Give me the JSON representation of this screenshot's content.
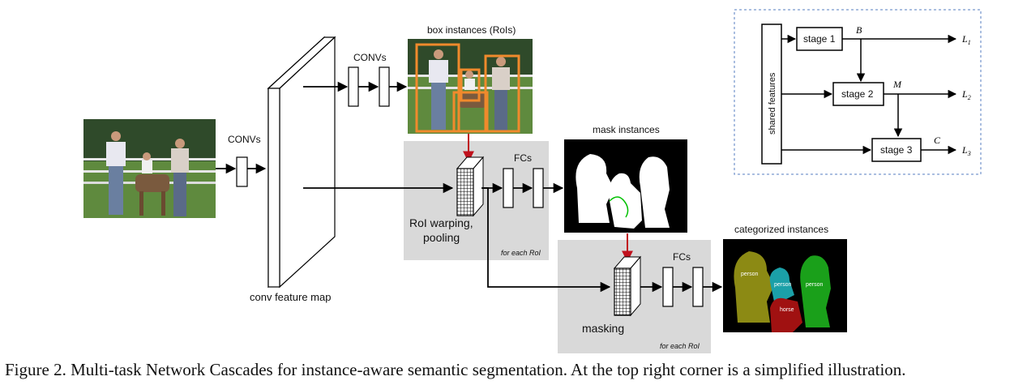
{
  "labels": {
    "convs_left": "CONVs",
    "convs_top": "CONVs",
    "box_instances": "box instances (RoIs)",
    "mask_instances": "mask instances",
    "categorized_instances": "categorized instances",
    "conv_feature_map": "conv feature map",
    "fcs_1": "FCs",
    "fcs_2": "FCs",
    "roi_warping_line1": "RoI warping,",
    "roi_warping_line2": "pooling",
    "for_each_roi_1": "for each RoI",
    "masking": "masking",
    "for_each_roi_2": "for each RoI"
  },
  "categories": {
    "person_left": "person",
    "person_mid": "person",
    "person_right": "person",
    "horse": "horse"
  },
  "inset": {
    "shared_features": "shared features",
    "stage1": "stage 1",
    "stage2": "stage 2",
    "stage3": "stage 3",
    "out_b": "B",
    "out_m": "M",
    "out_c": "C",
    "loss1": "L",
    "loss1_sub": "1",
    "loss2": "L",
    "loss2_sub": "2",
    "loss3": "L",
    "loss3_sub": "3"
  },
  "caption": "Figure 2. Multi-task Network Cascades for instance-aware semantic segmentation. At the top right corner is a simplified illustration.",
  "colors": {
    "shade": "#d9d9d9",
    "box_orange": "#f08a2c",
    "red_arrow": "#c0111d",
    "inset_border": "#8da9d6",
    "person_left": "#8c8a14",
    "person_mid": "#1ba0a8",
    "person_right": "#1aa01a",
    "horse": "#a01111"
  }
}
